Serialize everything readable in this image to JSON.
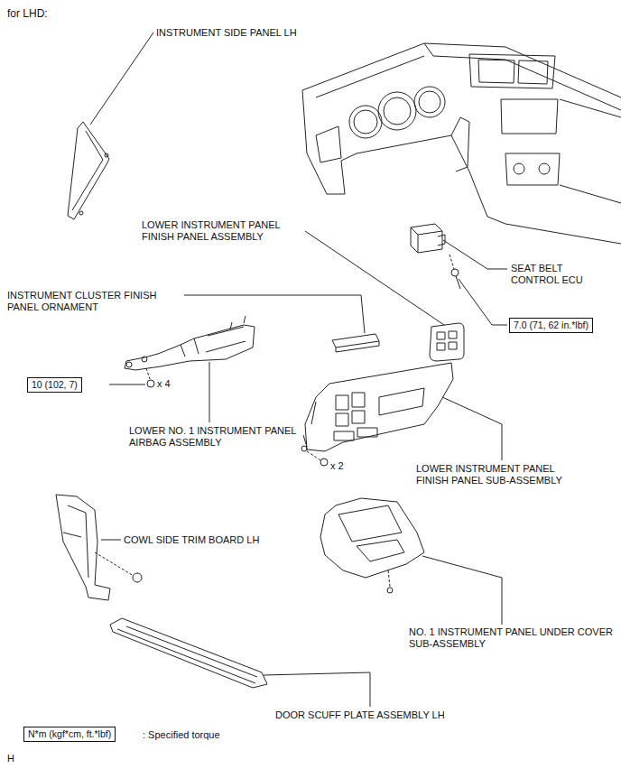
{
  "diagram": {
    "title": "for LHD:",
    "nodes": [
      {
        "text": [
          "10 (102, 7)"
        ]
      },
      {
        "text": [
          "7.0 (71, 62 in.*lbf)"
        ]
      },
      {
        "text": [
          "N*m (kgf*cm, ft.*lbf)"
        ]
      }
    ],
    "labels": [
      "INSTRUMENT SIDE PANEL LH",
      "LOWER INSTRUMENT PANEL FINISH PANEL ASSEMBLY",
      "SEAT BELT CONTROL ECU",
      "INSTRUMENT CLUSTER FINISH PANEL ORNAMENT",
      "x 4",
      "LOWER NO. 1 INSTRUMENT PANEL AIRBAG ASSEMBLY",
      "x 2",
      "LOWER INSTRUMENT PANEL FINISH PANEL SUB-ASSEMBLY",
      "COWL SIDE TRIM BOARD LH",
      "NO. 1 INSTRUMENT PANEL UNDER COVER SUB-ASSEMBLY",
      "DOOR SCUFF PLATE ASSEMBLY LH",
      ": Specified torque",
      "H"
    ]
  }
}
